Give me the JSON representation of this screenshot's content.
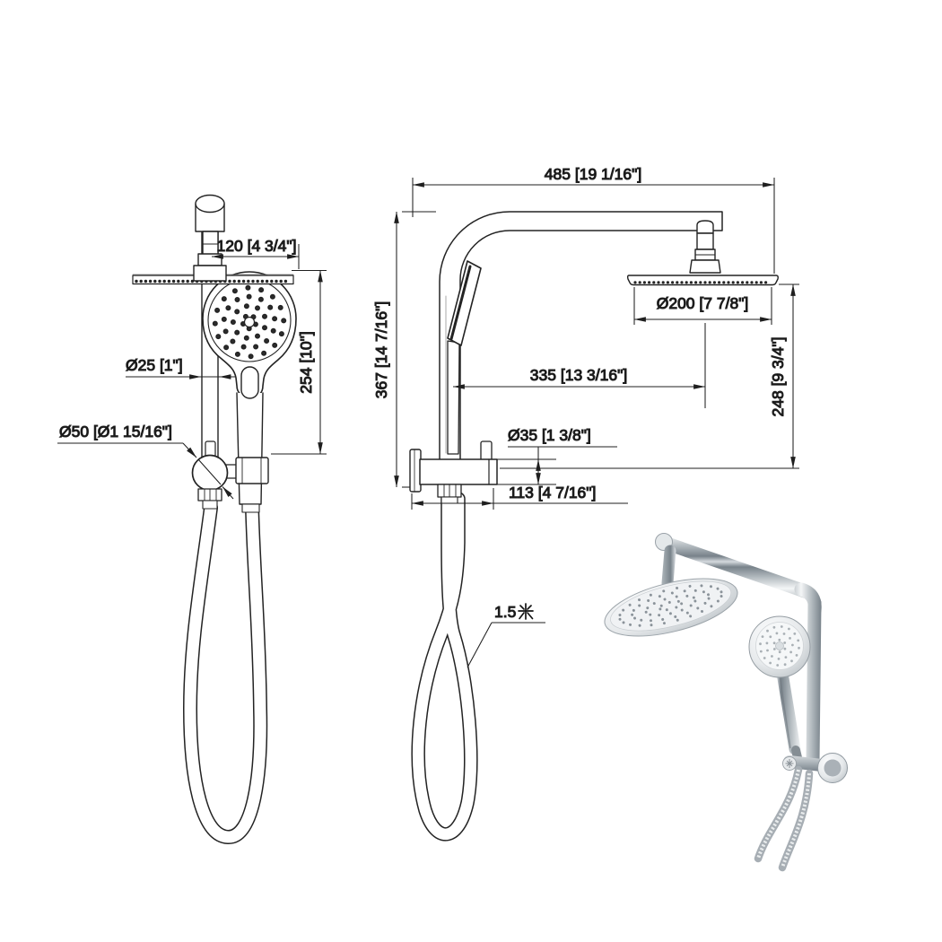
{
  "page": {
    "background": "#ffffff",
    "line_color": "#1f1f1f"
  },
  "front_view": {
    "label": "hand shower and rail front view",
    "dim_offset": "120 [4 3/4\"]",
    "dim_height": "254 [10\"]",
    "dim_rail_diameter": "Ø25 [1\"]",
    "dim_bracket_diameter": "Ø50 [Ø1 15/16\"]"
  },
  "side_view": {
    "label": "shower column side view",
    "dim_arm_reach": "485 [19 1/16\"]",
    "dim_column_height": "367 [14 7/16\"]",
    "dim_head_diameter": "Ø200 [7 7/8\"]",
    "dim_head_center_offset": "335 [13 3/16\"]",
    "dim_head_drop": "248 [9 3/4\"]",
    "dim_elbow_diameter": "Ø35 [1 3/8\"]",
    "dim_wall_elbow_length": "113 [4 7/16\"]",
    "hose_length_label": "1.5米",
    "hose_length_number": "1.5"
  }
}
